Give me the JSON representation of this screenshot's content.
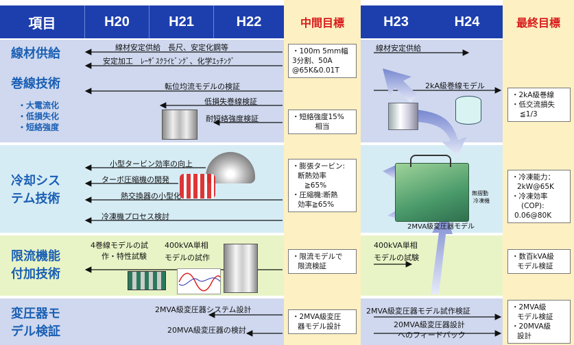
{
  "header": {
    "item_label": "項目",
    "years": [
      "H20",
      "H21",
      "H22"
    ],
    "mid_goal": "中間目標",
    "years2": [
      "H23",
      "H24"
    ],
    "final_goal": "最終目標"
  },
  "rows": {
    "wire": {
      "label_wire": "線材供給",
      "label_coil": "巻線技術",
      "subitems": [
        "・大電流化",
        "・低損失化",
        "・短絡強度"
      ],
      "arrows": [
        "線材安定供給　長尺、安定化鋼等",
        "安定加工　ﾚｰｻﾞｽｸﾗｲﾋﾞﾝｸﾞ、化学ｴｯﾁﾝｸﾞ",
        "転位均流モデルの検証",
        "低損失巻線検証",
        "耐短絡強度検証"
      ],
      "mid_box1": [
        "・100m 5mm幅",
        "3分割、50A",
        "@65K&0.01T"
      ],
      "mid_box2": [
        "・短絡強度15%",
        "相当"
      ],
      "later_arrows": [
        "線材安定供給",
        "2kA級巻線モデル"
      ],
      "final_box": [
        "・2kA級巻線",
        "・低交流損失",
        "≦1/3"
      ]
    },
    "cooling": {
      "label": [
        "冷却シス",
        "テム技術"
      ],
      "arrows": [
        "小型タービン効率の向上",
        "ターボ圧縮機の開発",
        "熱交換器の小型化",
        "冷凍機プロセス検討"
      ],
      "mid_box": [
        "・膨張タービン:",
        "断熱効率",
        "≧65%",
        "・圧縮機:断熱",
        "効率≧65%"
      ],
      "image_label": "2MVA級変圧器モデル",
      "image_sublabel": [
        "無摺動",
        "冷凍機"
      ],
      "final_box": [
        "・冷凍能力：",
        "2kW@65K",
        "・冷凍効率",
        "(COP):",
        "0.06@80K"
      ]
    },
    "current_limit": {
      "label": [
        "限流機能",
        "付加技術"
      ],
      "left_text": [
        "4巻線モデルの試",
        "作・特性試験"
      ],
      "mid_text": [
        "400kVA単相",
        "モデルの試作"
      ],
      "mid_box": [
        "・限流モデルで",
        "限流検証"
      ],
      "later_text": [
        "400kVA単相",
        "モデルの試験"
      ],
      "final_box": [
        "・数百kVA級",
        "モデル検証"
      ]
    },
    "transformer": {
      "label": [
        "変圧器モ",
        "デル検証"
      ],
      "arrows": [
        "2MVA級変圧器システム設計",
        "20MVA級変圧器の検討"
      ],
      "mid_box": [
        "・2MVA級変圧",
        "器モデル設計"
      ],
      "later_arrows": [
        "2MVA級変圧器モデル試作検証",
        "20MVA級変圧器設計",
        "へのフィードバック"
      ],
      "final_box": [
        "・2MVA級",
        "モデル検証",
        "・20MVA級",
        "設計"
      ]
    }
  },
  "colors": {
    "header_blue": "#1d3fae",
    "row_wire": "#cfd8ee",
    "row_cooling": "#d6ecf5",
    "row_current": "#e8f4c6",
    "row_transformer": "#cfd8ee",
    "goal_column": "#fdf0c3",
    "label_text": "#1a5fb4",
    "goal_text": "#d71a1a"
  }
}
